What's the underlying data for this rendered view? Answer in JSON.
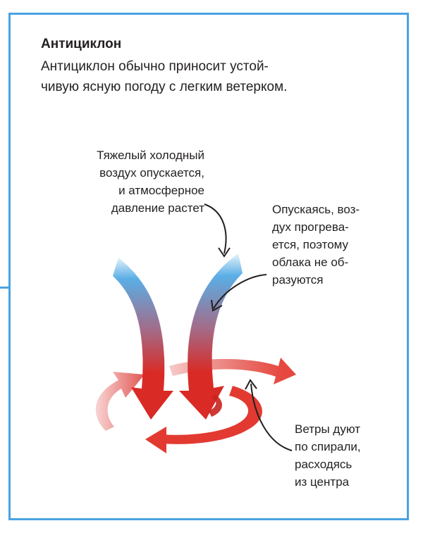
{
  "title": "Антициклон",
  "intro": [
    "Антициклон обычно приносит устой-",
    "чивую ясную погоду с легким ветерком."
  ],
  "labels": {
    "descending_air": [
      "Тяжелый холодный",
      "воздух опускается,",
      "и атмосферное",
      "давление растет"
    ],
    "warming_air": [
      "Опускаясь, воз-",
      "дух прогрева-",
      "ется, поэтому",
      "облака не об-",
      "разуются"
    ],
    "spiral_winds": [
      "Ветры дуют",
      "по спирали,",
      "расходясь",
      "из центра"
    ]
  },
  "colors": {
    "frame": "#4aa3df",
    "cold_air": "#5aaee6",
    "warm_air": "#d92a25",
    "text": "#231f20"
  }
}
